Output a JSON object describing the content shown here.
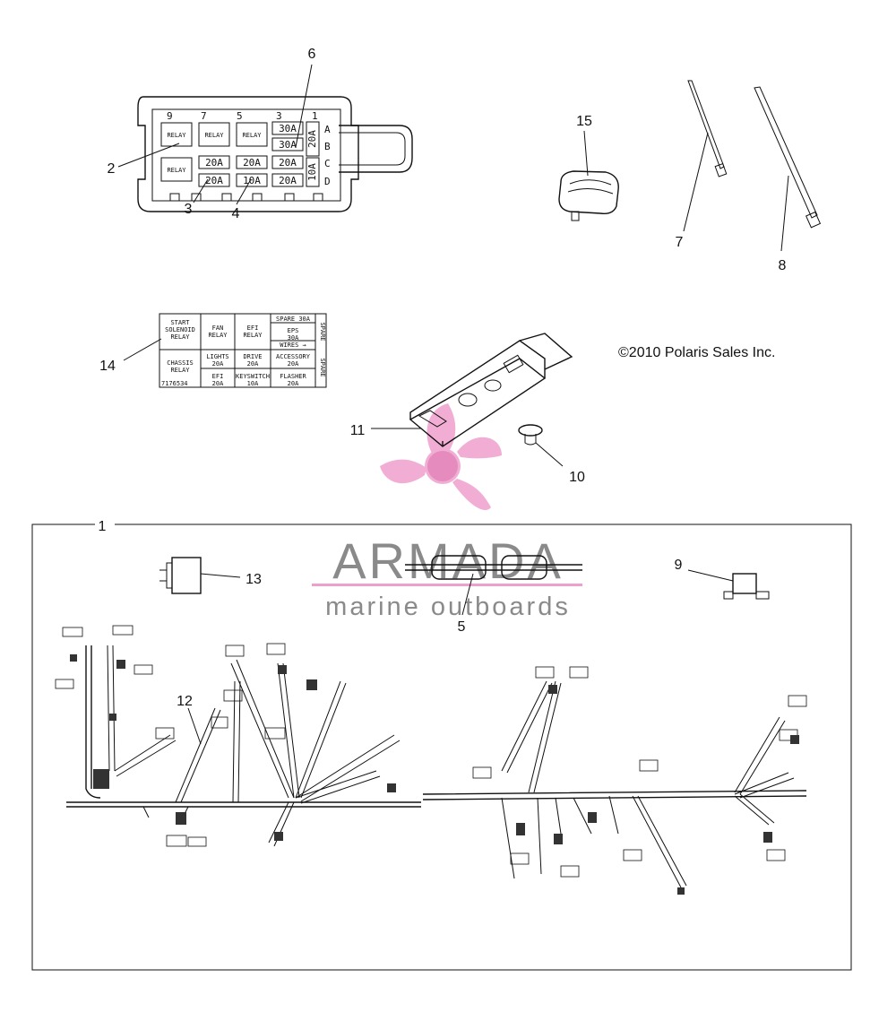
{
  "copyright": "©2010 Polaris Sales Inc.",
  "watermark": {
    "brand": "ARMADA",
    "tagline": "marine outboards"
  },
  "callouts": [
    "1",
    "2",
    "3",
    "4",
    "5",
    "6",
    "7",
    "8",
    "9",
    "10",
    "11",
    "12",
    "13",
    "14",
    "15"
  ],
  "fuse_box": {
    "top_numbers": [
      "9",
      "7",
      "5",
      "3",
      "1"
    ],
    "side_letters": [
      "A",
      "B",
      "C",
      "D"
    ],
    "relay_label": "RELAY",
    "row1": [
      "RELAY",
      "RELAY",
      "RELAY"
    ],
    "row1_fuses": [
      "30A",
      "30A"
    ],
    "row2": [
      "20A",
      "20A",
      "20A"
    ],
    "row3": [
      "20A",
      "10A",
      "20A"
    ],
    "side_fuses": [
      "20A",
      "10A"
    ]
  },
  "decal": {
    "cells": [
      "START\nSOLENOID\nRELAY",
      "FAN\nRELAY",
      "EFI\nRELAY",
      "SPARE 30A",
      "EPS\n30A",
      "WIRES →",
      "CHASSIS\nRELAY",
      "LIGHTS\n20A",
      "DRIVE\n20A",
      "ACCESSORY\n20A",
      "EFI\n20A",
      "KEYSWITCH\n10A",
      "FLASHER\n20A"
    ],
    "side_text": [
      "SPARE",
      "SPARE"
    ],
    "part_no": "7176534"
  },
  "icons": [
    "relay-icon",
    "fuse-icon",
    "cable-tie-icon",
    "clip-icon",
    "bracket-icon",
    "harness-icon"
  ]
}
